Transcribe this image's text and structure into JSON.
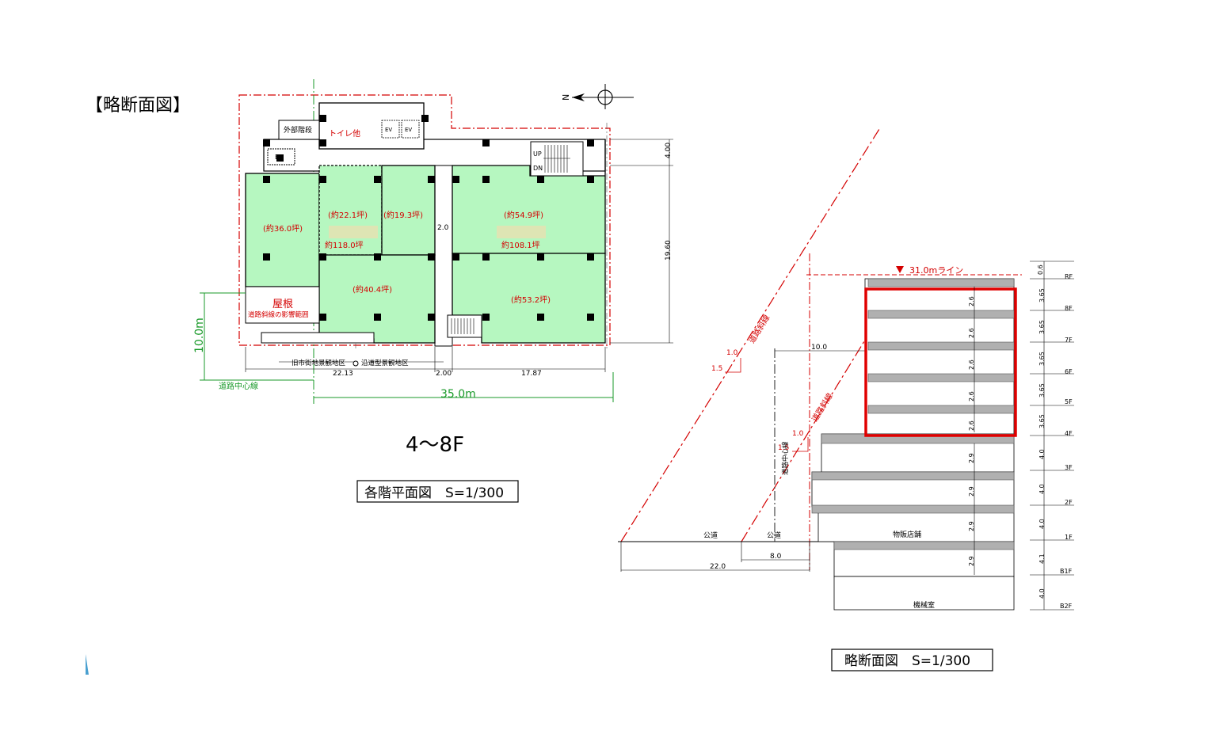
{
  "page": {
    "heading": "【略断面図】"
  },
  "plan": {
    "label_toilet": "トイレ他",
    "label_outer_stairs": "外部階段",
    "label_ev": "EV",
    "label_ev_small1": "EV",
    "label_ev_small2": "EV",
    "label_up": "UP",
    "label_dn": "DN",
    "rooms": {
      "r36": "(約36.0坪)",
      "r22": "(約22.1坪)",
      "r19": "(約19.3坪)",
      "total_left": "約118.0坪",
      "r40": "(約40.4坪)",
      "r54": "(約54.9坪)",
      "total_right": "約108.1坪",
      "r53": "(約53.2坪)"
    },
    "roof_title": "屋根",
    "roof_note": "道路斜線の影響範囲",
    "district_left": "旧市街地景観地区",
    "district_right": "沿道型景観地区",
    "dims": {
      "d400": "4.00",
      "d1960": "19.60",
      "d20": "2.0",
      "d2213": "22.13",
      "d200": "2.00",
      "d1787": "17.87",
      "d10m": "10.0m",
      "d35m": "35.0m"
    },
    "road_center": "道路中心線",
    "north": "N",
    "floor_range": "4～8F",
    "caption": "各階平面図　S=1/300"
  },
  "section": {
    "line_31": "31.0mライン",
    "slope_label": "道路斜線",
    "slope_ratio_h": "1.0",
    "slope_ratio_v": "1.5",
    "slope_ratio_h2": "1.0",
    "slope_ratio_v2": "1.5",
    "road_center": "道路中心線",
    "dim_100": "10.0",
    "road1": "公道",
    "road2": "公道",
    "dim_80": "8.0",
    "dim_220": "22.0",
    "retail": "物販店舗",
    "machine": "機械室",
    "floors": [
      "RF",
      "8F",
      "7F",
      "6F",
      "5F",
      "4F",
      "3F",
      "2F",
      "1F",
      "B1F",
      "B2F"
    ],
    "storey_heights": [
      "0.6",
      "3.65",
      "3.65",
      "3.65",
      "3.65",
      "3.65",
      "4.0",
      "4.0",
      "4.0",
      "4.1",
      "4.0"
    ],
    "ceiling_heights": [
      "2.6",
      "2.6",
      "2.6",
      "2.6",
      "2.6",
      "2.9",
      "2.9",
      "2.9",
      "2.9"
    ],
    "caption": "略断面図　S=1/300"
  },
  "colors": {
    "room_fill": "#b6f7c0",
    "red": "#d40000",
    "green": "#1a9a2a",
    "slab": "#b0b0b0",
    "highlight": "#e00000"
  }
}
